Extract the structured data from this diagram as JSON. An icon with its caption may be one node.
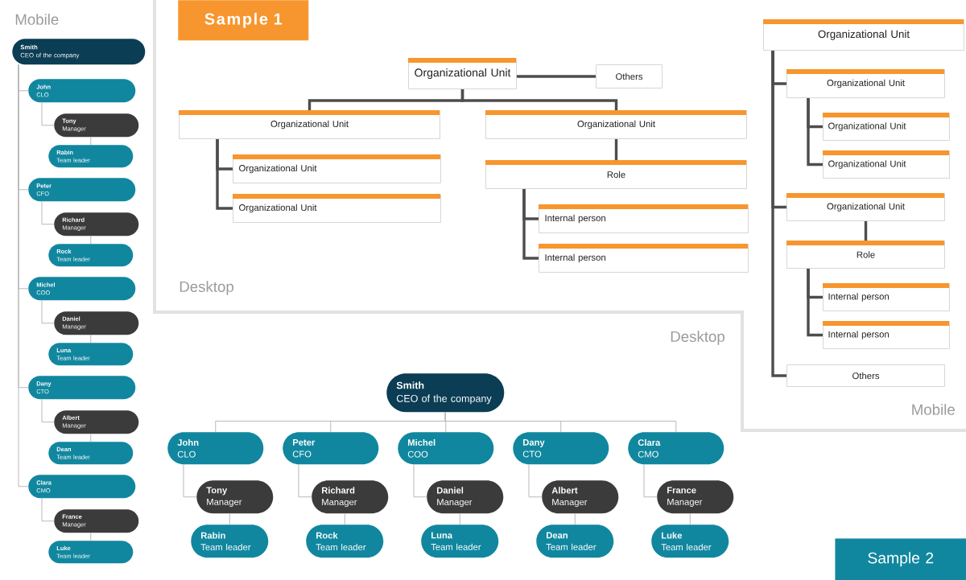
{
  "diagram": {
    "nodes": [
      {
        "text": [
          "Smith",
          "CEO of the company"
        ]
      },
      {
        "text": [
          "John",
          "CLO"
        ]
      },
      {
        "text": [
          "Tony",
          "Manager"
        ]
      },
      {
        "text": [
          "Rabin",
          "Team leader"
        ]
      },
      {
        "text": [
          "Peter",
          "CFO"
        ]
      },
      {
        "text": [
          "Richard",
          "Manager"
        ]
      },
      {
        "text": [
          "Rock",
          "Team leader"
        ]
      },
      {
        "text": [
          "Michel",
          "COO"
        ]
      },
      {
        "text": [
          "Daniel",
          "Manager"
        ]
      },
      {
        "text": [
          "Luna",
          "Team leader"
        ]
      },
      {
        "text": [
          "Dany",
          "CTO"
        ]
      },
      {
        "text": [
          "Albert",
          "Manager"
        ]
      },
      {
        "text": [
          "Dean",
          "Team leader"
        ]
      },
      {
        "text": [
          "Clara",
          "CMO"
        ]
      },
      {
        "text": [
          "France",
          "Manager"
        ]
      },
      {
        "text": [
          "Luke",
          "Team leader"
        ]
      },
      {
        "text": [
          "Sample 1"
        ]
      },
      {
        "text": [
          "Organizational Unit"
        ]
      },
      {
        "text": [
          "Others"
        ]
      },
      {
        "text": [
          "Organizational Unit"
        ]
      },
      {
        "text": [
          "Organizational Unit"
        ]
      },
      {
        "text": [
          "Organizational Unit"
        ]
      },
      {
        "text": [
          "Organizational Unit"
        ]
      },
      {
        "text": [
          "Role"
        ]
      },
      {
        "text": [
          "Internal person"
        ]
      },
      {
        "text": [
          "Internal person"
        ]
      },
      {
        "text": [
          "Organizational Unit"
        ]
      },
      {
        "text": [
          "Organizational Unit"
        ]
      },
      {
        "text": [
          "Organizational Unit"
        ]
      },
      {
        "text": [
          "Organizational Unit"
        ]
      },
      {
        "text": [
          "Organizational Unit"
        ]
      },
      {
        "text": [
          "Role"
        ]
      },
      {
        "text": [
          "Internal person"
        ]
      },
      {
        "text": [
          "Internal person"
        ]
      },
      {
        "text": [
          "Others"
        ]
      },
      {
        "text": [
          "Smith",
          "CEO of the company"
        ]
      },
      {
        "text": [
          "John",
          "CLO"
        ]
      },
      {
        "text": [
          "Tony",
          "Manager"
        ]
      },
      {
        "text": [
          "Rabin",
          "Team leader"
        ]
      },
      {
        "text": [
          "Peter",
          "CFO"
        ]
      },
      {
        "text": [
          "Richard",
          "Manager"
        ]
      },
      {
        "text": [
          "Rock",
          "Team leader"
        ]
      },
      {
        "text": [
          "Michel",
          "COO"
        ]
      },
      {
        "text": [
          "Daniel",
          "Manager"
        ]
      },
      {
        "text": [
          "Luna",
          "Team leader"
        ]
      },
      {
        "text": [
          "Dany",
          "CTO"
        ]
      },
      {
        "text": [
          "Albert",
          "Manager"
        ]
      },
      {
        "text": [
          "Dean",
          "Team leader"
        ]
      },
      {
        "text": [
          "Clara",
          "CMO"
        ]
      },
      {
        "text": [
          "France",
          "Manager"
        ]
      },
      {
        "text": [
          "Luke",
          "Team leader"
        ]
      },
      {
        "text": [
          "Sample 2"
        ]
      }
    ],
    "edges": [
      {
        "from": 0,
        "to": 1,
        "arrow": "none"
      },
      {
        "from": 1,
        "to": 2,
        "arrow": "none"
      },
      {
        "from": 2,
        "to": 3,
        "arrow": "none"
      },
      {
        "from": 0,
        "to": 4,
        "arrow": "none"
      },
      {
        "from": 4,
        "to": 5,
        "arrow": "none"
      },
      {
        "from": 5,
        "to": 6,
        "arrow": "none"
      },
      {
        "from": 0,
        "to": 7,
        "arrow": "none"
      },
      {
        "from": 7,
        "to": 8,
        "arrow": "none"
      },
      {
        "from": 8,
        "to": 9,
        "arrow": "none"
      },
      {
        "from": 0,
        "to": 10,
        "arrow": "none"
      },
      {
        "from": 10,
        "to": 11,
        "arrow": "none"
      },
      {
        "from": 11,
        "to": 12,
        "arrow": "none"
      },
      {
        "from": 0,
        "to": 13,
        "arrow": "none"
      },
      {
        "from": 13,
        "to": 14,
        "arrow": "none"
      },
      {
        "from": 14,
        "to": 15,
        "arrow": "none"
      },
      {
        "from": 17,
        "to": 18,
        "arrow": "none",
        "style": "thick",
        "color": "#4d4d4d"
      },
      {
        "from": 17,
        "to": 19,
        "arrow": "none",
        "style": "thick",
        "color": "#4d4d4d"
      },
      {
        "from": 17,
        "to": 22,
        "arrow": "none",
        "style": "thick",
        "color": "#4d4d4d"
      },
      {
        "from": 19,
        "to": 20,
        "arrow": "none",
        "style": "thick",
        "color": "#4d4d4d"
      },
      {
        "from": 19,
        "to": 21,
        "arrow": "none",
        "style": "thick",
        "color": "#4d4d4d"
      },
      {
        "from": 22,
        "to": 23,
        "arrow": "none",
        "style": "thick",
        "color": "#4d4d4d"
      },
      {
        "from": 23,
        "to": 24,
        "arrow": "none",
        "style": "thick",
        "color": "#4d4d4d"
      },
      {
        "from": 23,
        "to": 25,
        "arrow": "none",
        "style": "thick",
        "color": "#4d4d4d"
      },
      {
        "from": 26,
        "to": 27,
        "arrow": "none",
        "style": "thick",
        "color": "#4d4d4d"
      },
      {
        "from": 27,
        "to": 28,
        "arrow": "none",
        "style": "thick",
        "color": "#4d4d4d"
      },
      {
        "from": 27,
        "to": 29,
        "arrow": "none",
        "style": "thick",
        "color": "#4d4d4d"
      },
      {
        "from": 26,
        "to": 30,
        "arrow": "none",
        "style": "thick",
        "color": "#4d4d4d"
      },
      {
        "from": 30,
        "to": 31,
        "arrow": "none",
        "style": "thick",
        "color": "#4d4d4d"
      },
      {
        "from": 31,
        "to": 32,
        "arrow": "none",
        "style": "thick",
        "color": "#4d4d4d"
      },
      {
        "from": 31,
        "to": 33,
        "arrow": "none",
        "style": "thick",
        "color": "#4d4d4d"
      },
      {
        "from": 26,
        "to": 34,
        "arrow": "none",
        "style": "thick",
        "color": "#4d4d4d"
      },
      {
        "from": 35,
        "to": 36,
        "arrow": "none"
      },
      {
        "from": 36,
        "to": 37,
        "arrow": "none"
      },
      {
        "from": 37,
        "to": 38,
        "arrow": "none"
      },
      {
        "from": 35,
        "to": 39,
        "arrow": "none"
      },
      {
        "from": 39,
        "to": 40,
        "arrow": "none"
      },
      {
        "from": 40,
        "to": 41,
        "arrow": "none"
      },
      {
        "from": 35,
        "to": 42,
        "arrow": "none"
      },
      {
        "from": 42,
        "to": 43,
        "arrow": "none"
      },
      {
        "from": 43,
        "to": 44,
        "arrow": "none"
      },
      {
        "from": 35,
        "to": 45,
        "arrow": "none"
      },
      {
        "from": 45,
        "to": 46,
        "arrow": "none"
      },
      {
        "from": 46,
        "to": 47,
        "arrow": "none"
      },
      {
        "from": 35,
        "to": 48,
        "arrow": "none"
      },
      {
        "from": 48,
        "to": 49,
        "arrow": "none"
      },
      {
        "from": 49,
        "to": 50,
        "arrow": "none"
      }
    ],
    "labels": [
      "Mobile",
      "Desktop",
      "Desktop",
      "Mobile"
    ]
  }
}
